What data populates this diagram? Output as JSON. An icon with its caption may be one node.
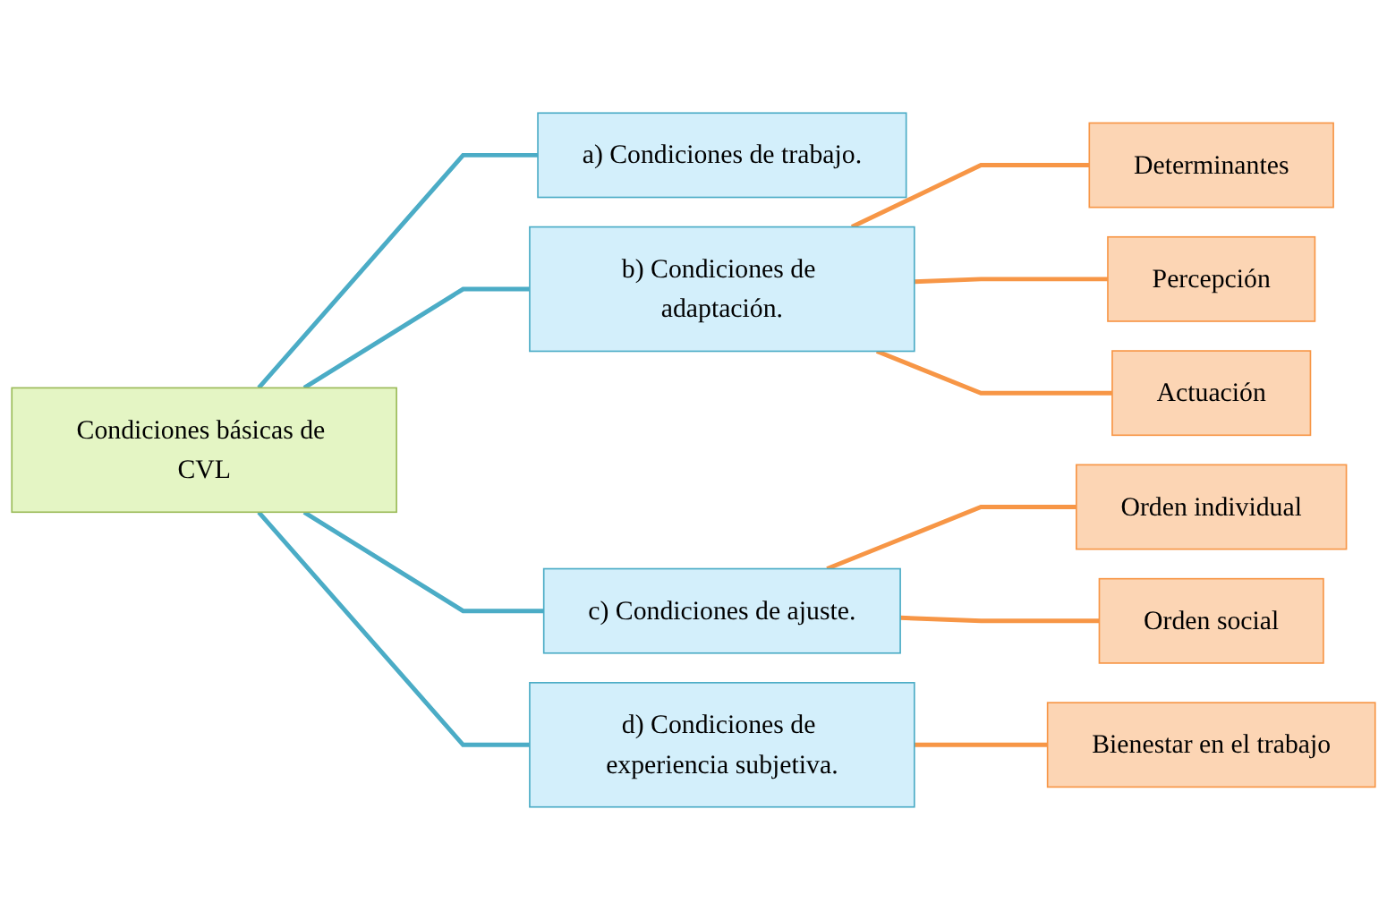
{
  "diagram": {
    "nodes": [
      {
        "text": [
          "Condiciones básicas de CVL"
        ]
      },
      {
        "text": [
          "a) Condiciones de trabajo."
        ]
      },
      {
        "text": [
          "b) Condiciones de adaptación."
        ]
      },
      {
        "text": [
          "Determinantes"
        ]
      },
      {
        "text": [
          "Percepción"
        ]
      },
      {
        "text": [
          "Actuación"
        ]
      },
      {
        "text": [
          "c) Condiciones de ajuste."
        ]
      },
      {
        "text": [
          "Orden individual"
        ]
      },
      {
        "text": [
          "Orden social"
        ]
      },
      {
        "text": [
          "d) Condiciones de experiencia subjetiva."
        ]
      },
      {
        "text": [
          "Bienestar en el trabajo"
        ]
      }
    ],
    "edges": [
      {
        "from": 0,
        "to": 1,
        "arrow": "none",
        "color": "#4bacc6"
      },
      {
        "from": 0,
        "to": 2,
        "arrow": "none",
        "color": "#4bacc6"
      },
      {
        "from": 2,
        "to": 3,
        "arrow": "none",
        "color": "#f79646"
      },
      {
        "from": 2,
        "to": 4,
        "arrow": "none",
        "color": "#f79646"
      },
      {
        "from": 2,
        "to": 5,
        "arrow": "none",
        "color": "#f79646"
      },
      {
        "from": 0,
        "to": 6,
        "arrow": "none",
        "color": "#4bacc6"
      },
      {
        "from": 6,
        "to": 7,
        "arrow": "none",
        "color": "#f79646"
      },
      {
        "from": 6,
        "to": 8,
        "arrow": "none",
        "color": "#f79646"
      },
      {
        "from": 0,
        "to": 9,
        "arrow": "none",
        "color": "#4bacc6"
      },
      {
        "from": 9,
        "to": 10,
        "arrow": "none",
        "color": "#f79646"
      }
    ]
  }
}
